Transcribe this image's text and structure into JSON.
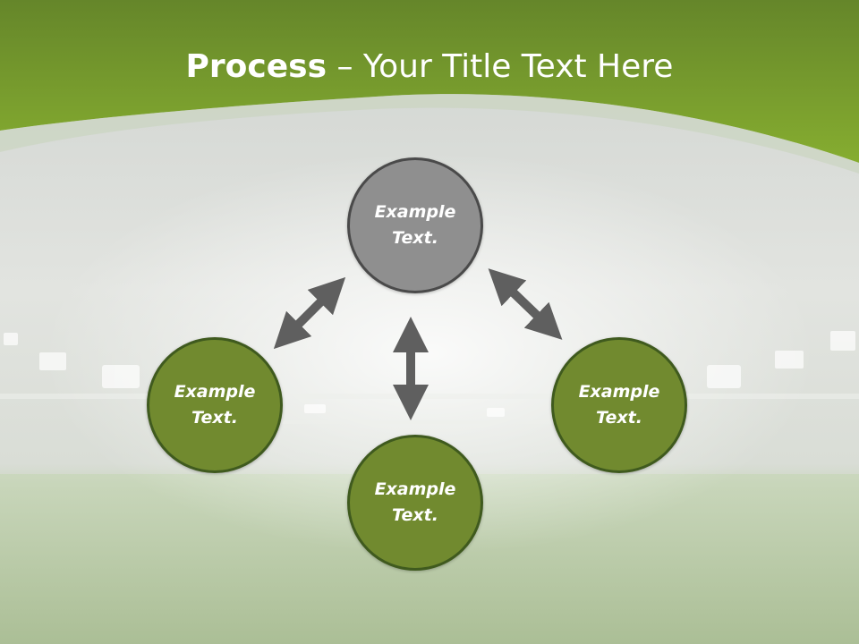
{
  "slide": {
    "title_bold": "Process",
    "title_rest": " – Your Title Text Here"
  },
  "colors": {
    "header_green": "#7aa128",
    "node_green": "#718a2f",
    "node_green_border": "#3f5a1e",
    "node_grey": "#8f8f8f",
    "node_grey_border": "#4a4a4a",
    "arrow": "#5f5f5f"
  },
  "nodes": {
    "top": {
      "text": "Example Text."
    },
    "left": {
      "text": "Example Text."
    },
    "right": {
      "text": "Example Text."
    },
    "bottom": {
      "text": "Example Text."
    }
  },
  "arrows": [
    {
      "from": "top",
      "to": "left",
      "style": "double-headed"
    },
    {
      "from": "top",
      "to": "right",
      "style": "double-headed"
    },
    {
      "from": "top",
      "to": "bottom",
      "style": "double-headed"
    }
  ]
}
